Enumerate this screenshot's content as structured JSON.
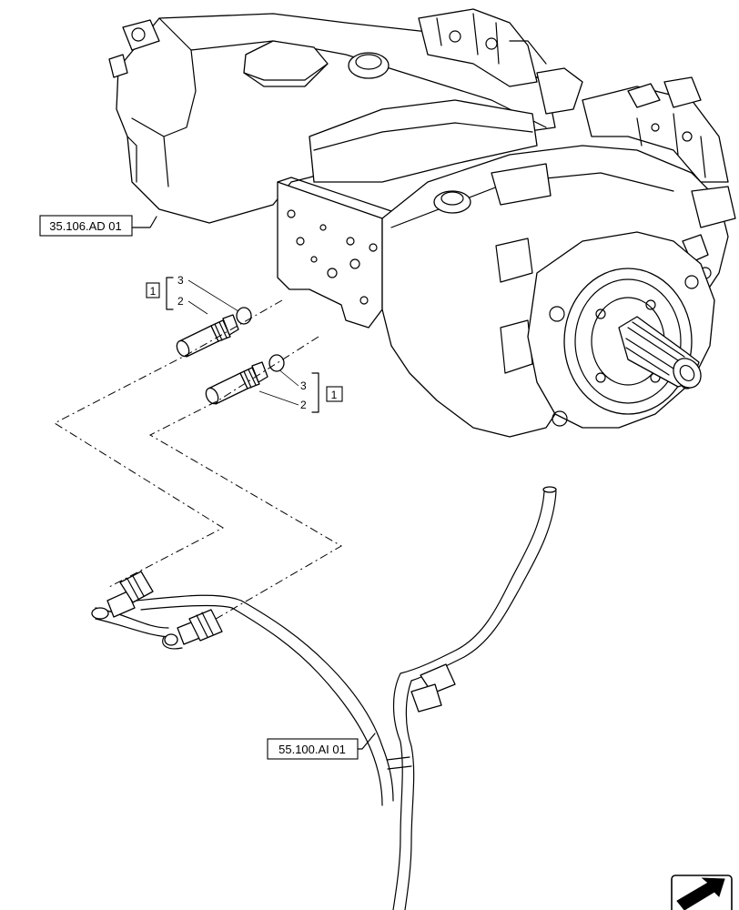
{
  "references": {
    "pump_ref": "35.106.AD 01",
    "harness_ref": "55.100.AI 01"
  },
  "callouts": {
    "upper": {
      "item": "1",
      "sub_a": "3",
      "sub_b": "2"
    },
    "lower": {
      "item": "1",
      "sub_a": "3",
      "sub_b": "2"
    }
  },
  "icons": {
    "nav": "next-page-arrow-icon"
  }
}
